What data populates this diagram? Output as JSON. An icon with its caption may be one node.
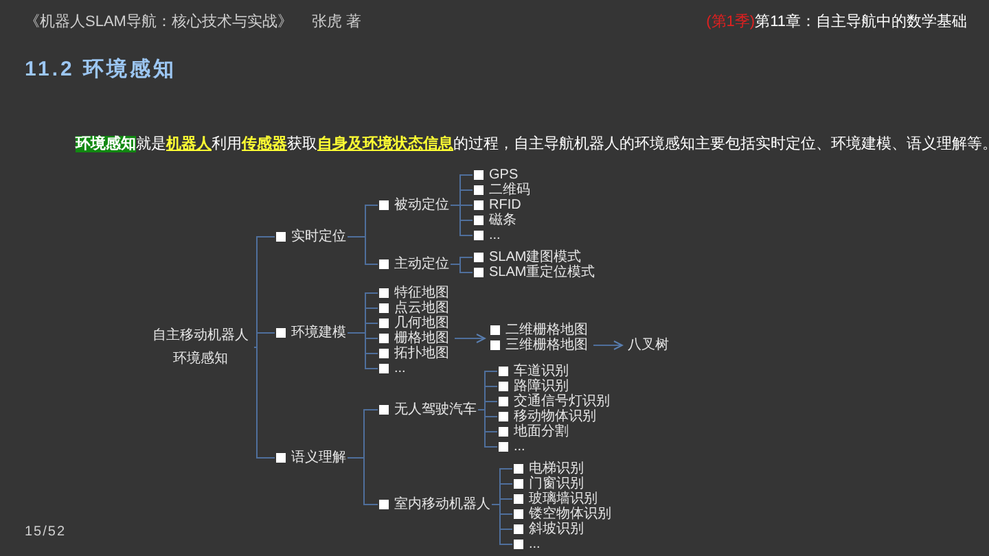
{
  "diagram": {
    "title": "11.2 环境感知",
    "nodes": [
      {
        "text": [
          "自主移动机器人环境感知"
        ]
      },
      {
        "text": [
          "实时定位"
        ]
      },
      {
        "text": [
          "被动定位"
        ]
      },
      {
        "text": [
          "GPS"
        ]
      },
      {
        "text": [
          "二维码"
        ]
      },
      {
        "text": [
          "RFID"
        ]
      },
      {
        "text": [
          "磁条"
        ]
      },
      {
        "text": [
          "..."
        ]
      },
      {
        "text": [
          "主动定位"
        ]
      },
      {
        "text": [
          "SLAM建图模式"
        ]
      },
      {
        "text": [
          "SLAM重定位模式"
        ]
      },
      {
        "text": [
          "环境建模"
        ]
      },
      {
        "text": [
          "特征地图"
        ]
      },
      {
        "text": [
          "点云地图"
        ]
      },
      {
        "text": [
          "几何地图"
        ]
      },
      {
        "text": [
          "栅格地图"
        ]
      },
      {
        "text": [
          "拓扑地图"
        ]
      },
      {
        "text": [
          "..."
        ]
      },
      {
        "text": [
          "二维栅格地图"
        ]
      },
      {
        "text": [
          "三维栅格地图"
        ]
      },
      {
        "text": [
          "八叉树"
        ]
      },
      {
        "text": [
          "语义理解"
        ]
      },
      {
        "text": [
          "无人驾驶汽车"
        ]
      },
      {
        "text": [
          "车道识别"
        ]
      },
      {
        "text": [
          "路障识别"
        ]
      },
      {
        "text": [
          "交通信号灯识别"
        ]
      },
      {
        "text": [
          "移动物体识别"
        ]
      },
      {
        "text": [
          "地面分割"
        ]
      },
      {
        "text": [
          "..."
        ]
      },
      {
        "text": [
          "室内移动机器人"
        ]
      },
      {
        "text": [
          "电梯识别"
        ]
      },
      {
        "text": [
          "门窗识别"
        ]
      },
      {
        "text": [
          "玻璃墙识别"
        ]
      },
      {
        "text": [
          "镂空物体识别"
        ]
      },
      {
        "text": [
          "斜坡识别"
        ]
      },
      {
        "text": [
          "..."
        ]
      }
    ],
    "edges": [
      {
        "from": 0,
        "to": 1,
        "arrow": "none"
      },
      {
        "from": 0,
        "to": 11,
        "arrow": "none"
      },
      {
        "from": 0,
        "to": 21,
        "arrow": "none"
      },
      {
        "from": 1,
        "to": 2,
        "arrow": "none"
      },
      {
        "from": 1,
        "to": 8,
        "arrow": "none"
      },
      {
        "from": 2,
        "to": 3,
        "arrow": "none"
      },
      {
        "from": 2,
        "to": 4,
        "arrow": "none"
      },
      {
        "from": 2,
        "to": 5,
        "arrow": "none"
      },
      {
        "from": 2,
        "to": 6,
        "arrow": "none"
      },
      {
        "from": 2,
        "to": 7,
        "arrow": "none"
      },
      {
        "from": 8,
        "to": 9,
        "arrow": "none"
      },
      {
        "from": 8,
        "to": 10,
        "arrow": "none"
      },
      {
        "from": 11,
        "to": 12,
        "arrow": "none"
      },
      {
        "from": 11,
        "to": 13,
        "arrow": "none"
      },
      {
        "from": 11,
        "to": 14,
        "arrow": "none"
      },
      {
        "from": 11,
        "to": 15,
        "arrow": "none"
      },
      {
        "from": 11,
        "to": 16,
        "arrow": "none"
      },
      {
        "from": 11,
        "to": 17,
        "arrow": "none"
      },
      {
        "from": 15,
        "to": 18,
        "arrow": "to"
      },
      {
        "from": 19,
        "to": 20,
        "arrow": "to"
      },
      {
        "from": 21,
        "to": 22,
        "arrow": "none"
      },
      {
        "from": 21,
        "to": 29,
        "arrow": "none"
      },
      {
        "from": 22,
        "to": 23,
        "arrow": "none"
      },
      {
        "from": 22,
        "to": 24,
        "arrow": "none"
      },
      {
        "from": 22,
        "to": 25,
        "arrow": "none"
      },
      {
        "from": 22,
        "to": 26,
        "arrow": "none"
      },
      {
        "from": 22,
        "to": 27,
        "arrow": "none"
      },
      {
        "from": 22,
        "to": 28,
        "arrow": "none"
      },
      {
        "from": 29,
        "to": 30,
        "arrow": "none"
      },
      {
        "from": 29,
        "to": 31,
        "arrow": "none"
      },
      {
        "from": 29,
        "to": 32,
        "arrow": "none"
      },
      {
        "from": 29,
        "to": 33,
        "arrow": "none"
      },
      {
        "from": 29,
        "to": 34,
        "arrow": "none"
      },
      {
        "from": 29,
        "to": 35,
        "arrow": "none"
      }
    ],
    "labels": [
      "《机器人SLAM导航：核心技术与实战》",
      "张虎 著",
      "(第1季)",
      "第11章：自主导航中的数学基础",
      "**环境感知**就是**机器人**利用**传感器**获取**自身及环境状态信息**的过程，自主导航机器人的环境感知主要包括实时定位、环境建模、语义理解等。",
      "15/52"
    ]
  }
}
